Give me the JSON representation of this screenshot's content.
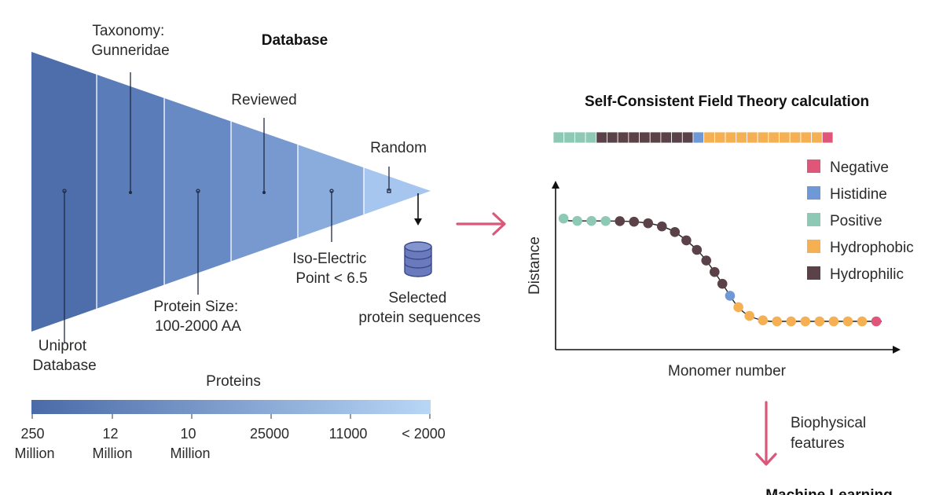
{
  "database": {
    "title": "Database",
    "stages": {
      "uniprot": [
        "Uniprot",
        "Database"
      ],
      "taxonomy": [
        "Taxonomy:",
        "Gunneridae"
      ],
      "protein_size": [
        "Protein Size:",
        "100-2000 AA"
      ],
      "reviewed": [
        "Reviewed"
      ],
      "iso_electric": [
        "Iso-Electric",
        "Point < 6.5"
      ],
      "random": [
        "Random"
      ]
    },
    "output": [
      "Selected",
      "protein sequences"
    ]
  },
  "proteins_bar": {
    "title": "Proteins",
    "ticks": [
      [
        "250",
        "Million"
      ],
      [
        "12",
        "Million"
      ],
      [
        "10",
        "Million"
      ],
      [
        "25000"
      ],
      [
        "11000"
      ],
      [
        "< 2000"
      ]
    ]
  },
  "scft": {
    "title": "Self-Consistent Field Theory calculation",
    "sequence": [
      "positive",
      "positive",
      "positive",
      "positive",
      "hydrophilic",
      "hydrophilic",
      "hydrophilic",
      "hydrophilic",
      "hydrophilic",
      "hydrophilic",
      "hydrophilic",
      "hydrophilic",
      "hydrophilic",
      "histidine",
      "hydrophobic",
      "hydrophobic",
      "hydrophobic",
      "hydrophobic",
      "hydrophobic",
      "hydrophobic",
      "hydrophobic",
      "hydrophobic",
      "hydrophobic",
      "hydrophobic",
      "hydrophobic",
      "negative"
    ],
    "legend": [
      {
        "key": "negative",
        "label": "Negative",
        "color": "#e0567a"
      },
      {
        "key": "histidine",
        "label": "Histidine",
        "color": "#6f98d6"
      },
      {
        "key": "positive",
        "label": "Positive",
        "color": "#8ec9b6"
      },
      {
        "key": "hydrophobic",
        "label": "Hydrophobic",
        "color": "#f5b054"
      },
      {
        "key": "hydrophilic",
        "label": "Hydrophilic",
        "color": "#5b4148"
      }
    ],
    "xlabel": "Monomer number",
    "ylabel": "Distance",
    "monomers": [
      "positive",
      "positive",
      "positive",
      "positive",
      "hydrophilic",
      "hydrophilic",
      "hydrophilic",
      "hydrophilic",
      "hydrophilic",
      "hydrophilic",
      "hydrophilic",
      "hydrophilic",
      "hydrophilic",
      "hydrophilic",
      "histidine",
      "hydrophobic",
      "hydrophobic",
      "hydrophobic",
      "hydrophobic",
      "hydrophobic",
      "hydrophobic",
      "hydrophobic",
      "hydrophobic",
      "hydrophobic",
      "hydrophobic",
      "negative"
    ]
  },
  "arrow_down_label": [
    "Biophysical",
    "features"
  ],
  "next_step": "Machine Learning",
  "colors": {
    "funnel_dark": "#4a6aa8",
    "funnel_light": "#b8d6f5",
    "accent_arrow": "#d9587a",
    "cylinder": "#6a7bbd"
  }
}
